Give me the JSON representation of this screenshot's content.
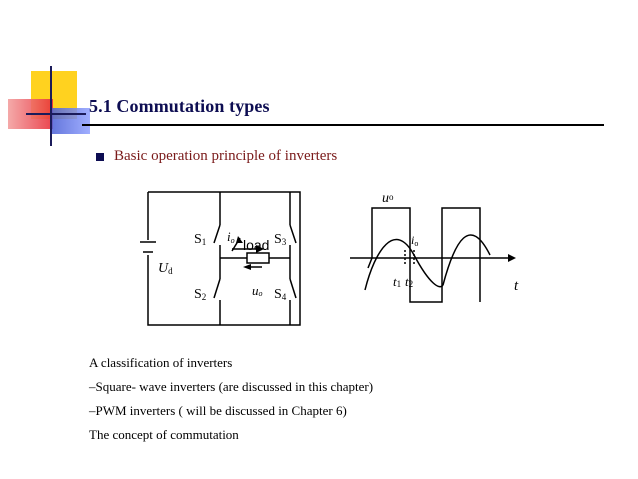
{
  "slide": {
    "title": "5.1 Commutation types",
    "bullet": "Basic operation principle of inverters",
    "circuit": {
      "switches": [
        "S1",
        "S2",
        "S3",
        "S4"
      ],
      "load_label": "load",
      "source_label": "Ud",
      "current_label": "io",
      "voltage_label": "uo"
    },
    "waveform": {
      "uo_label": "uo",
      "io_label": "io",
      "t_label": "t",
      "t1_label": "t1",
      "t2_label": "t2"
    },
    "body_lines": [
      "A classification of inverters",
      "–Square- wave inverters (are discussed in this chapter)",
      "–PWM inverters ( will be discussed in Chapter 6)",
      "The concept of commutation"
    ]
  },
  "colors": {
    "title": "#0d0d52",
    "bullet_text": "#7a1a1a",
    "deco_yellow": "#ffd21f",
    "deco_red": "#e8303a",
    "deco_blue": "#4a5fd6"
  }
}
